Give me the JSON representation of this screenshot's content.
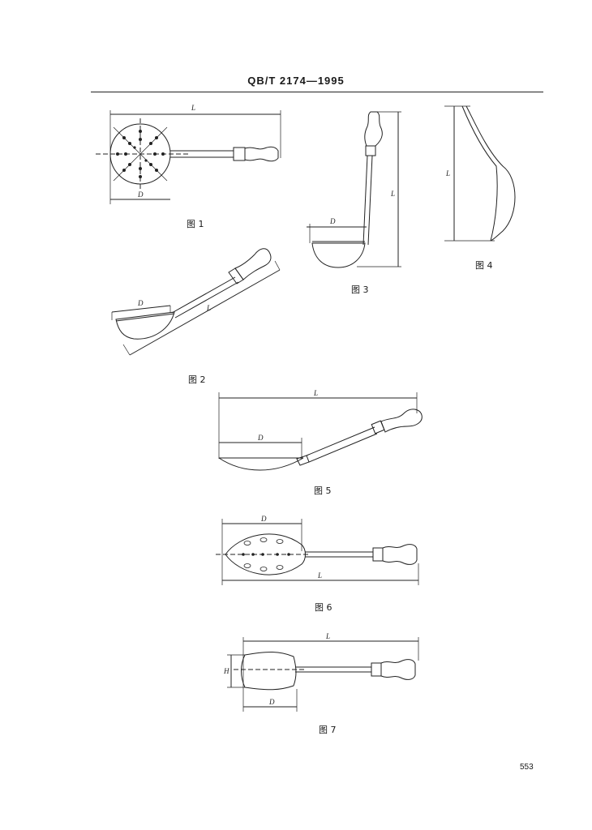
{
  "header": {
    "standard_code": "QB/T 2174—1995"
  },
  "figures": [
    {
      "caption": "图 1",
      "dims": {
        "length": "L",
        "diameter": "D"
      }
    },
    {
      "caption": "图 2",
      "dims": {
        "length": "L",
        "diameter": "D"
      }
    },
    {
      "caption": "图 3",
      "dims": {
        "length": "L",
        "diameter": "D"
      }
    },
    {
      "caption": "图 4",
      "dims": {
        "length": "L"
      }
    },
    {
      "caption": "图 5",
      "dims": {
        "length": "L",
        "diameter": "D"
      }
    },
    {
      "caption": "图 6",
      "dims": {
        "length": "L",
        "diameter": "D"
      }
    },
    {
      "caption": "图 7",
      "dims": {
        "length": "L",
        "diameter": "D",
        "height": "H"
      }
    }
  ],
  "footer": {
    "page_number": "553"
  }
}
